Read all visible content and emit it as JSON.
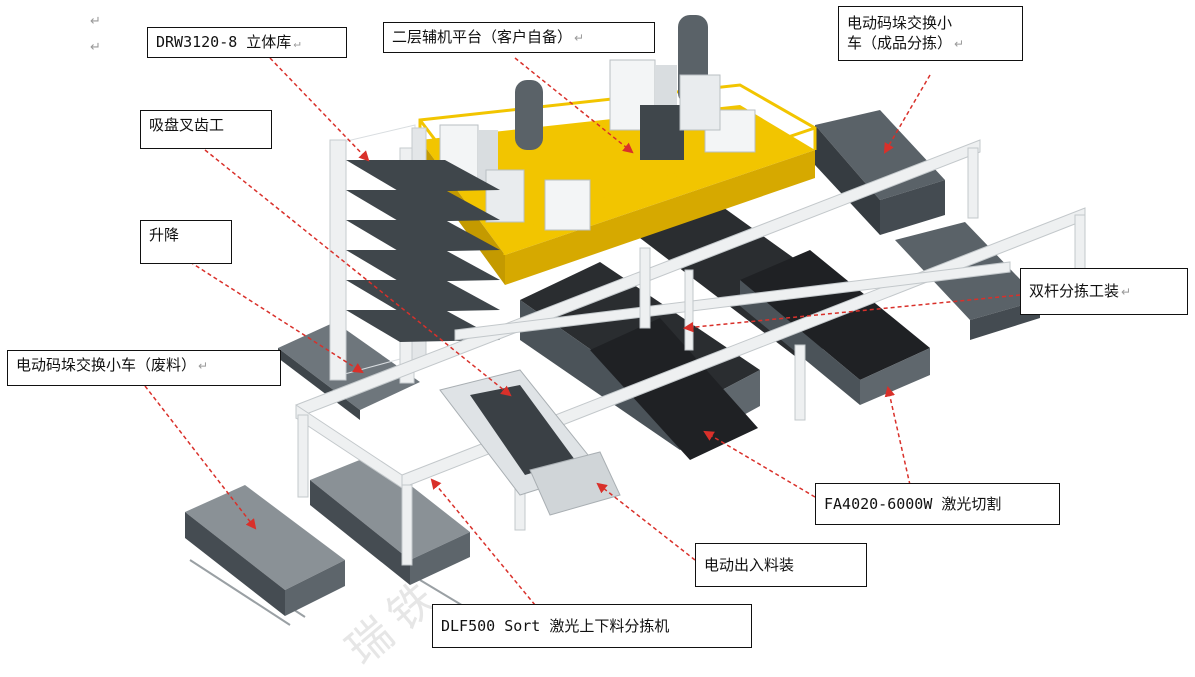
{
  "paragraph_mark": "↵",
  "watermark": "瑞铁",
  "labels": [
    {
      "id": "stereo-warehouse",
      "text": "DRW3120-8 立体库"
    },
    {
      "id": "mezzanine",
      "text": "二层辅机平台（客户自备）"
    },
    {
      "id": "finished-cart-line1",
      "text": "电动码垛交换小"
    },
    {
      "id": "finished-cart-line2",
      "text": "车（成品分拣）"
    },
    {
      "id": "suction-fork",
      "text": "吸盘叉齿工"
    },
    {
      "id": "lift",
      "text": "升降"
    },
    {
      "id": "scrap-cart",
      "text": "电动码垛交换小车（废料）"
    },
    {
      "id": "double-bar",
      "text": "双杆分拣工装"
    },
    {
      "id": "laser-cutter",
      "text": "FA4020-6000W 激光切割"
    },
    {
      "id": "feeder",
      "text": "电动出入料装"
    },
    {
      "id": "sorter",
      "text": "DLF500 Sort 激光上下料分拣机"
    }
  ],
  "colors": {
    "platform_yellow": "#f2c500",
    "frame_grey": "#eef0f1",
    "dark_table": "#4b5359",
    "pointer_red": "#d9302a"
  }
}
